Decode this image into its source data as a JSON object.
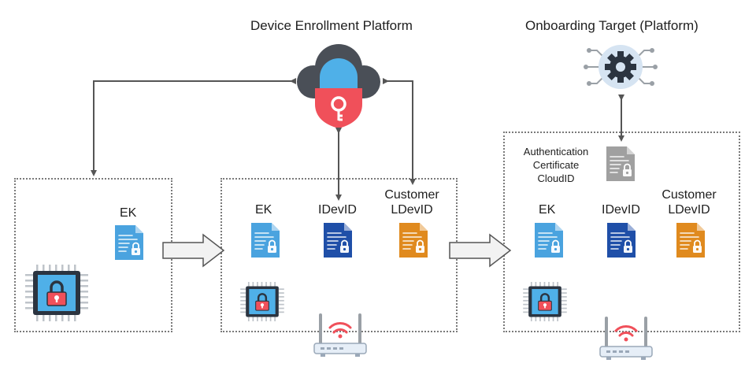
{
  "titles": {
    "enrollment_platform": "Device Enrollment Platform",
    "onboarding_target": "Onboarding Target (Platform)"
  },
  "stage1": {
    "ek_label": "EK"
  },
  "stage2": {
    "ek_label": "EK",
    "idevid_label": "IDevID",
    "customer_line1": "Customer",
    "customer_line2": "LDevID"
  },
  "stage3": {
    "auth_line1": "Authentication",
    "auth_line2": "Certificate",
    "auth_line3": "CloudID",
    "ek_label": "EK",
    "idevid_label": "IDevID",
    "customer_line1": "Customer",
    "customer_line2": "LDevID"
  },
  "colors": {
    "ek_doc": "#4aa3df",
    "idevid_doc": "#1f4fa8",
    "ldevid_doc": "#e08a1e",
    "auth_doc": "#a0a0a0",
    "lock_red": "#f0505a",
    "cloud_gray": "#4a4f57",
    "connector": "#555555"
  },
  "icons": {
    "cloud": "cloud-lock-icon",
    "gear": "gear-circuit-icon",
    "chip": "chip-lock-icon",
    "router": "wifi-router-icon",
    "document": "certificate-document-icon"
  }
}
